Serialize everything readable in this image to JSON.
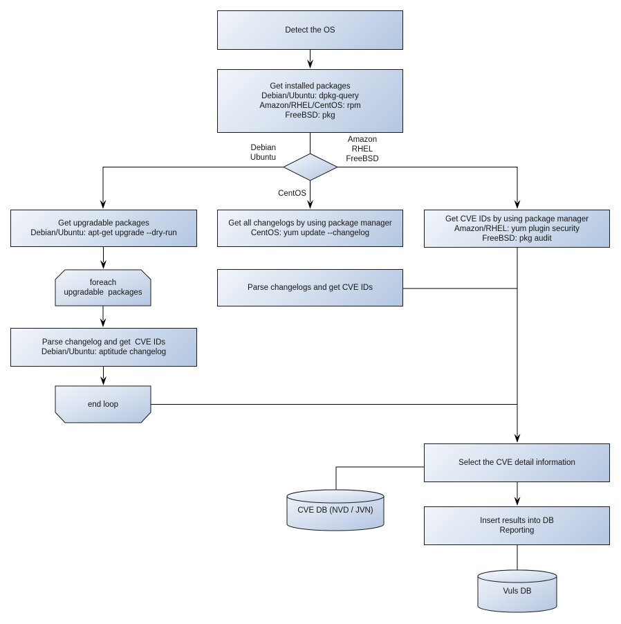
{
  "nodes": {
    "detect_os": {
      "label": "Detect the OS",
      "shape": "rect"
    },
    "get_installed": {
      "label": "Get installed packages\nDebian/Ubuntu: dpkg-query\nAmazon/RHEL/CentOS: rpm\nFreeBSD: pkg",
      "shape": "rect"
    },
    "os_decision": {
      "label": "",
      "shape": "diamond"
    },
    "get_upgradable": {
      "label": "Get upgradable packages\nDebian/Ubuntu: apt-get upgrade --dry-run",
      "shape": "rect"
    },
    "foreach_loop": {
      "label": "foreach\nupgradable  packages",
      "shape": "loop-start"
    },
    "parse_changelog": {
      "label": "Parse changelog and get  CVE IDs\nDebian/Ubuntu: aptitude changelog",
      "shape": "rect"
    },
    "end_loop": {
      "label": "end loop",
      "shape": "loop-end"
    },
    "get_changelogs": {
      "label": "Get all changelogs by using package manager\nCentOS: yum update --changelog",
      "shape": "rect"
    },
    "parse_changelogs": {
      "label": "Parse changelogs and get CVE IDs",
      "shape": "rect"
    },
    "get_cve_ids": {
      "label": "Get CVE IDs by using package manager\nAmazon/RHEL: yum plugin security\nFreeBSD: pkg audit",
      "shape": "rect"
    },
    "select_cve": {
      "label": "Select the CVE detail information",
      "shape": "rect"
    },
    "insert_results": {
      "label": "Insert results into DB\nReporting",
      "shape": "rect"
    },
    "cve_db": {
      "label": "CVE DB (NVD / JVN)",
      "shape": "cylinder"
    },
    "vuls_db": {
      "label": "Vuls DB",
      "shape": "cylinder"
    }
  },
  "edge_labels": {
    "debian_ubuntu": "Debian\nUbuntu",
    "amazon_rhel_freebsd": "Amazon\nRHEL\nFreeBSD",
    "centos": "CentOS"
  },
  "colors": {
    "node_fill_light": "#f1f4fa",
    "node_fill_dark": "#b4c6e1",
    "node_border": "#1b1b1b",
    "connector": "#000000",
    "text": "#141414",
    "background": "#ffffff"
  }
}
